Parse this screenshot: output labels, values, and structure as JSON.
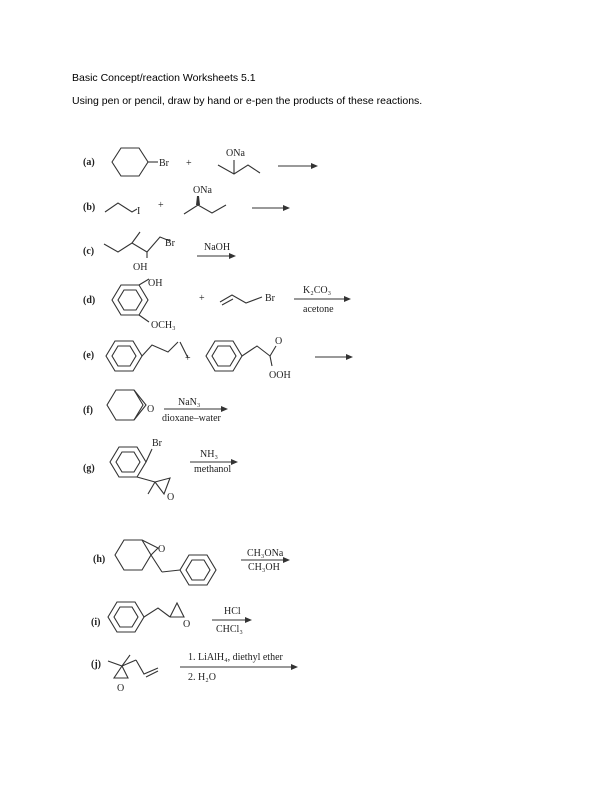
{
  "header": {
    "title": "Basic Concept/reaction Worksheets 5.1",
    "instructions": "Using pen or pencil, draw by hand or e-pen the products of these reactions."
  },
  "reactions": [
    {
      "label": "(a)",
      "texts": [
        "Br",
        "+",
        "ONa"
      ]
    },
    {
      "label": "(b)",
      "texts": [
        "I",
        "+",
        "ONa"
      ]
    },
    {
      "label": "(c)",
      "texts": [
        "Br",
        "OH",
        "NaOH"
      ]
    },
    {
      "label": "(d)",
      "texts": [
        "OH",
        "OCH₃",
        "+",
        "Br",
        "K₂CO₃",
        "acetone"
      ]
    },
    {
      "label": "(e)",
      "texts": [
        "+",
        "O",
        "OOH"
      ]
    },
    {
      "label": "(f)",
      "texts": [
        "O",
        "NaN₃",
        "dioxane–water"
      ]
    },
    {
      "label": "(g)",
      "texts": [
        "Br",
        "O",
        "NH₃",
        "methanol"
      ]
    },
    {
      "label": "(h)",
      "texts": [
        "O",
        "CH₃ONa",
        "CH₃OH"
      ]
    },
    {
      "label": "(i)",
      "texts": [
        "O",
        "HCl",
        "CHCl₃"
      ]
    },
    {
      "label": "(j)",
      "texts": [
        "O",
        "1. LiAlH₄, diethyl ether",
        "2. H₂O"
      ]
    }
  ]
}
